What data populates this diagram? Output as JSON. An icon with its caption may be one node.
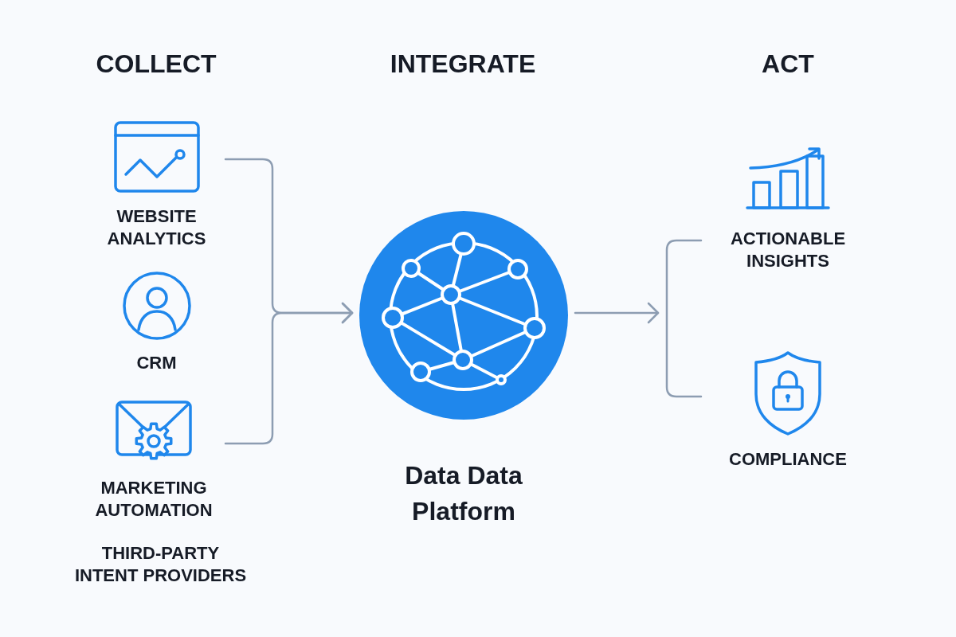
{
  "diagram": {
    "nodes": [
      {
        "text": [
          "WEBSITE ANALYTICS"
        ]
      },
      {
        "text": [
          "CRM"
        ]
      },
      {
        "text": [
          "MARKETING AUTOMATION"
        ]
      },
      {
        "text": [
          "Data Data Platform"
        ]
      },
      {
        "text": [],
        "shape": "bracket"
      },
      {
        "text": [
          "ACTIONABLE INSIGHTS"
        ]
      },
      {
        "text": [
          "COMPLIANCE"
        ]
      }
    ],
    "edges": [
      {
        "from": 0,
        "to": 3,
        "arrow": "to"
      },
      {
        "from": 2,
        "to": 3,
        "arrow": "to"
      },
      {
        "from": 3,
        "to": 4,
        "arrow": "to"
      }
    ],
    "labels": [
      "COLLECT",
      "INTEGRATE",
      "ACT",
      "THIRD-PARTY INTENT PROVIDERS"
    ]
  }
}
